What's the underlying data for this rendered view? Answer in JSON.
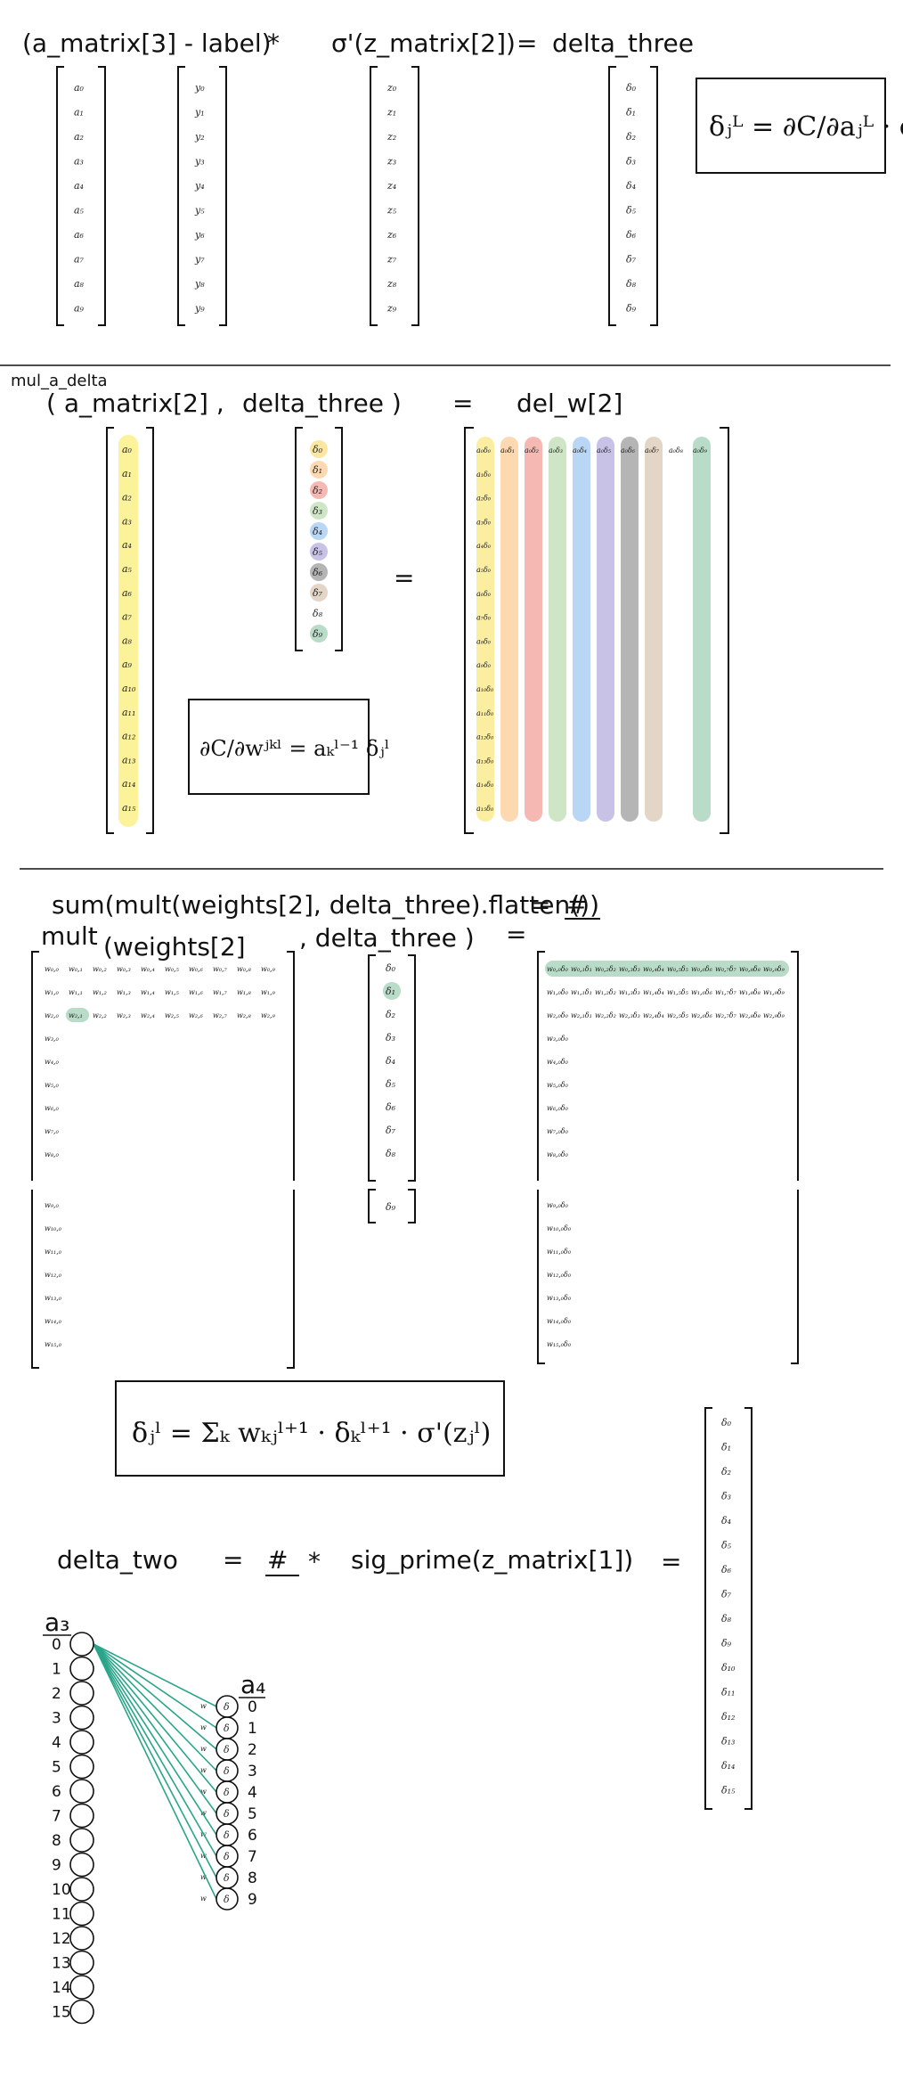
{
  "section1": {
    "heading_parts": [
      "(a_matrix[3] - label)",
      "*",
      "σ'(z_matrix[2])",
      "=",
      "delta_three"
    ],
    "a_col": [
      "a₀",
      "a₁",
      "a₂",
      "a₃",
      "a₄",
      "a₅",
      "a₆",
      "a₇",
      "a₈",
      "a₉"
    ],
    "y_col": [
      "y₀",
      "y₁",
      "y₂",
      "y₃",
      "y₄",
      "y₅",
      "y₆",
      "y₇",
      "y₈",
      "y₉"
    ],
    "z_col": [
      "z₀",
      "z₁",
      "z₂",
      "z₃",
      "z₄",
      "z₅",
      "z₆",
      "z₇",
      "z₈",
      "z₉"
    ],
    "d_col": [
      "δ₀",
      "δ₁",
      "δ₂",
      "δ₃",
      "δ₄",
      "δ₅",
      "δ₆",
      "δ₇",
      "δ₈",
      "δ₉"
    ],
    "formula": "δⱼᴸ = ∂C/∂aⱼᴸ · σ'(zᴸ)"
  },
  "section2": {
    "tag": "mul_a_delta",
    "heading_parts": [
      "( a_matrix[2] ,",
      "delta_three )",
      "=",
      "del_w[2]"
    ],
    "a_col": [
      "a₀",
      "a₁",
      "a₂",
      "a₃",
      "a₄",
      "a₅",
      "a₆",
      "a₇",
      "a₈",
      "a₉",
      "a₁₀",
      "a₁₁",
      "a₁₂",
      "a₁₃",
      "a₁₄",
      "a₁₅"
    ],
    "d_col": [
      "δ₀",
      "δ₁",
      "δ₂",
      "δ₃",
      "δ₄",
      "δ₅",
      "δ₆",
      "δ₇",
      "δ₈",
      "δ₉"
    ],
    "d_colors": [
      "#fbe7a1",
      "#fcd9b0",
      "#f5b8b3",
      "#cfe6c6",
      "#b9d6f5",
      "#c7c2e6",
      "#b5b5b5",
      "#e3d6c6",
      "#ffffff",
      "#b8dcc8"
    ],
    "equals": "=",
    "formula": "∂C/∂wʲᵏˡ = aₖˡ⁻¹ δⱼˡ",
    "delw_header": [
      "a₀δ₀",
      "a₀δ₁",
      "a₀δ₂",
      "a₀δ₃",
      "a₀δ₄",
      "a₀δ₅",
      "a₀δ₆",
      "a₀δ₇",
      "a₀δ₈",
      "a₀δ₉"
    ],
    "delw_first_col": [
      "a₀δ₀",
      "a₁δ₀",
      "a₂δ₀",
      "a₃δ₀",
      "a₄δ₀",
      "a₅δ₀",
      "a₆δ₀",
      "a₇δ₀",
      "a₈δ₀",
      "a₉δ₀",
      "a₁₀δ₀",
      "a₁₁δ₀",
      "a₁₂δ₀",
      "a₁₃δ₀",
      "a₁₄δ₀",
      "a₁₅δ₀"
    ],
    "column_colors": [
      "#fbeea0",
      "#fcd9b0",
      "#f5b8b3",
      "#cfe6c6",
      "#b9d6f5",
      "#c7c2e6",
      "#b5b5b5",
      "#e3d6c6",
      "#ffffff",
      "#b8dcc8"
    ]
  },
  "section3": {
    "line1_parts": [
      "sum(mult(weights[2], delta_three).flatten())",
      "=",
      "#"
    ],
    "line2_parts": [
      "mult",
      "(weights[2]",
      ", delta_three )",
      "="
    ],
    "w_row0": [
      "w₀,₀",
      "w₀,₁",
      "w₀,₂",
      "w₀,₃",
      "w₀,₄",
      "w₀,₅",
      "w₀,₆",
      "w₀,₇",
      "w₀,₈",
      "w₀,₉"
    ],
    "w_row1": [
      "w₁,₀",
      "w₁,₁",
      "w₁,₂",
      "w₁,₃",
      "w₁,₄",
      "w₁,₅",
      "w₁,₆",
      "w₁,₇",
      "w₁,₈",
      "w₁,₉"
    ],
    "w_row2": [
      "w₂,₀",
      "w₂,₁",
      "w₂,₂",
      "w₂,₃",
      "w₂,₄",
      "w₂,₅",
      "w₂,₆",
      "w₂,₇",
      "w₂,₈",
      "w₂,₉"
    ],
    "w_col_rest_top": [
      "w₃,₀",
      "w₄,₀",
      "w₅,₀",
      "w₆,₀",
      "w₇,₀",
      "w₈,₀"
    ],
    "w_col_rest_bottom": [
      "w₉,₀",
      "w₁₀,₀",
      "w₁₁,₀",
      "w₁₂,₀",
      "w₁₃,₀",
      "w₁₄,₀",
      "w₁₅,₀"
    ],
    "d_col_top": [
      "δ₀",
      "δ₁",
      "δ₂",
      "δ₃",
      "δ₄",
      "δ₅",
      "δ₆",
      "δ₇",
      "δ₈"
    ],
    "d_col_bottom": [
      "δ₉"
    ],
    "r_row0": [
      "w₀,₀δ₀",
      "w₀,₁δ₁",
      "w₀,₂δ₂",
      "w₀,₃δ₃",
      "w₀,₄δ₄",
      "w₀,₅δ₅",
      "w₀,₆δ₆",
      "w₀,₇δ₇",
      "w₀,₈δ₈",
      "w₀,₉δ₉"
    ],
    "r_row1": [
      "w₁,₀δ₀",
      "w₁,₁δ₁",
      "w₁,₂δ₂",
      "w₁,₃δ₃",
      "w₁,₄δ₄",
      "w₁,₅δ₅",
      "w₁,₆δ₆",
      "w₁,₇δ₇",
      "w₁,₈δ₈",
      "w₁,₉δ₉"
    ],
    "r_row2": [
      "w₂,₀δ₀",
      "w₂,₁δ₁",
      "w₂,₂δ₂",
      "w₂,₃δ₃",
      "w₂,₄δ₄",
      "w₂,₅δ₅",
      "w₂,₆δ₆",
      "w₂,₇δ₇",
      "w₂,₈δ₈",
      "w₂,₉δ₉"
    ],
    "r_col_rest_top": [
      "w₃,₀δ₀",
      "w₄,₀δ₀",
      "w₅,₀δ₀",
      "w₆,₀δ₀",
      "w₇,₀δ₀",
      "w₈,₀δ₀"
    ],
    "r_col_rest_bottom": [
      "w₉,₀δ₀",
      "w₁₀,₀δ₀",
      "w₁₁,₀δ₀",
      "w₁₂,₀δ₀",
      "w₁₃,₀δ₀",
      "w₁₄,₀δ₀",
      "w₁₅,₀δ₀"
    ],
    "highlight_color": "#b8dcc8"
  },
  "section4": {
    "formula": "δⱼˡ = Σₖ wₖⱼˡ⁺¹ · δₖˡ⁺¹ · σ'(zⱼˡ)",
    "line_parts": [
      "delta_two",
      "=",
      "#",
      "*",
      "sig_prime(z_matrix[1])",
      "="
    ],
    "result_col": [
      "δ₀",
      "δ₁",
      "δ₂",
      "δ₃",
      "δ₄",
      "δ₅",
      "δ₆",
      "δ₇",
      "δ₈",
      "δ₉",
      "δ₁₀",
      "δ₁₁",
      "δ₁₂",
      "δ₁₃",
      "δ₁₄",
      "δ₁₅"
    ]
  },
  "network": {
    "left_label": "a₃",
    "right_label": "a₄",
    "left_indices": [
      "0",
      "1",
      "2",
      "3",
      "4",
      "5",
      "6",
      "7",
      "8",
      "9",
      "10",
      "11",
      "12",
      "13",
      "14",
      "15"
    ],
    "right_indices": [
      "0",
      "1",
      "2",
      "3",
      "4",
      "5",
      "6",
      "7",
      "8",
      "9"
    ],
    "right_node_symbol": "δ",
    "edge_label": "w",
    "edge_color": "#2aa58a"
  }
}
